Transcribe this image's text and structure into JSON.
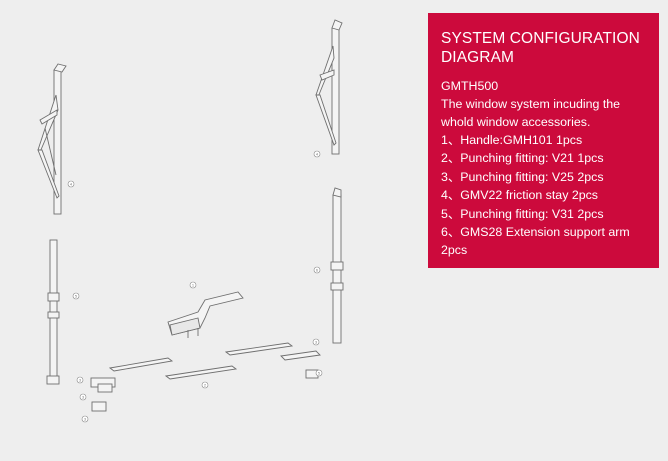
{
  "panel": {
    "title": "SYSTEM CONFIGURATION DIAGRAM",
    "model": "GMTH500",
    "description": "The window system incuding the whold window accessories.",
    "items": [
      "1、Handle:GMH101 1pcs",
      "2、Punching fitting: V21 1pcs",
      "3、Punching fitting: V25 2pcs",
      "4、GMV22 friction stay 2pcs",
      "5、Punching fitting: V31 2pcs",
      "6、GMS28 Extension support arm 2pcs"
    ],
    "accent_color": "#cc0a3c"
  },
  "diagram": {
    "callouts": [
      "4",
      "4",
      "6",
      "5",
      "1",
      "2",
      "3",
      "5",
      "3",
      "3",
      "3"
    ]
  }
}
